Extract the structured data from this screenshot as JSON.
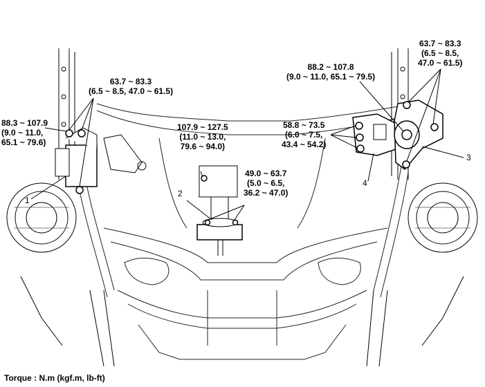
{
  "torques": {
    "t1": {
      "l1": "63.7 ~ 83.3",
      "l2": "(6.5 ~ 8.5, 47.0 ~ 61.5)"
    },
    "t2": {
      "l1": "88.3 ~ 107.9",
      "l2": "(9.0 ~ 11.0,",
      "l3": "65.1 ~ 79.6)"
    },
    "t3": {
      "l1": "107.9 ~ 127.5",
      "l2": "(11.0 ~ 13.0,",
      "l3": "79.6 ~ 94.0)"
    },
    "t4": {
      "l1": "49.0 ~ 63.7",
      "l2": "(5.0 ~ 6.5,",
      "l3": "36.2 ~ 47.0)"
    },
    "t5": {
      "l1": "58.8 ~ 73.5",
      "l2": "(6.0 ~ 7.5,",
      "l3": "43.4 ~ 54.2)"
    },
    "t6": {
      "l1": "88.2 ~ 107.8",
      "l2": "(9.0 ~ 11.0, 65.1 ~ 79.5)"
    },
    "t7": {
      "l1": "63.7 ~ 83.3",
      "l2": "(6.5 ~ 8.5,",
      "l3": "47.0 ~ 61.5)"
    }
  },
  "callouts": {
    "c1": "1",
    "c2": "2",
    "c3": "3",
    "c4": "4"
  },
  "caption": "Torque : N.m (kgf.m, lb-ft)"
}
